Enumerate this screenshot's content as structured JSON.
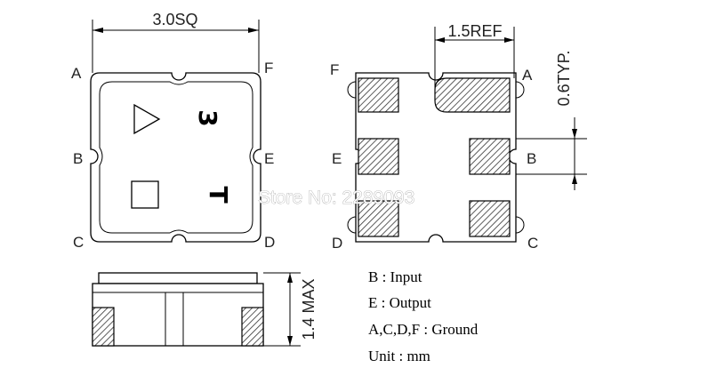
{
  "top_view": {
    "dimension": "3.0SQ",
    "pin_labels": {
      "a": "A",
      "b": "B",
      "c": "C",
      "d": "D",
      "e": "E",
      "f": "F"
    },
    "marking": {
      "digit": "3",
      "letter": "T",
      "triangle": "triangle-symbol",
      "square": "square-symbol"
    }
  },
  "bottom_view": {
    "dim_pad_width": "1.5REF",
    "dim_pad_height": "0.6TYP.",
    "pin_labels": {
      "a": "A",
      "b": "B",
      "c": "C",
      "d": "D",
      "e": "E",
      "f": "F"
    }
  },
  "side_view": {
    "dim_height": "1.4 MAX"
  },
  "legend": {
    "line1": "B : Input",
    "line2": "E : Output",
    "line3": "A,C,D,F : Ground",
    "line4": "Unit : mm"
  },
  "watermark": "Store No: 2289093"
}
